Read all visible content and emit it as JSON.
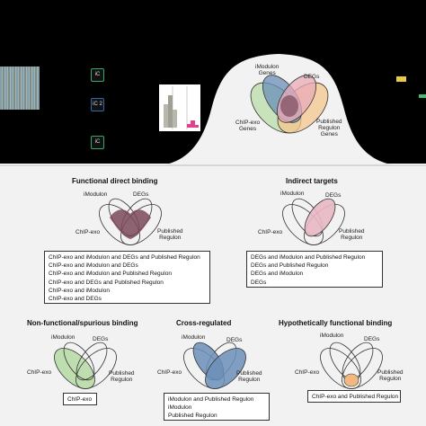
{
  "top_venn": {
    "labels": {
      "imodulon": "iModulon\nGenes",
      "degs": "DEGs",
      "chipexo": "ChIP-exo\nGenes",
      "published": "Published\nRegulon\nGenes"
    }
  },
  "icons": {
    "ic1": "iC",
    "ic2": "iC 2",
    "ic3": "iC"
  },
  "panels": {
    "functional": {
      "title": "Functional direct binding",
      "labels": {
        "imodulon": "iModulon",
        "degs": "DEGs",
        "chipexo": "ChIP-exo",
        "published": "Published\nRegulon"
      },
      "items": [
        "ChIP-exo and iModulon and DEGs and Published Regulon",
        "ChIP-exo and iModulon and DEGs",
        "ChIP-exo and iModulon and Published Regulon",
        "ChIP-exo and DEGs and Published Regulon",
        "ChIP-exo and iModulon",
        "ChIP-exo and DEGs"
      ],
      "color": "#7b4a5a"
    },
    "indirect": {
      "title": "Indirect targets",
      "labels": {
        "imodulon": "iModulon",
        "degs": "DEGs",
        "chipexo": "ChIP-exo",
        "published": "Published\nRegulon"
      },
      "items": [
        "DEGs and iModulon and Published Regulon",
        "DEGs and Published Regulon",
        "DEGs and iModulon",
        "DEGs"
      ],
      "color": "#e9b8c3"
    },
    "nonfunctional": {
      "title": "Non-functional/spurious binding",
      "labels": {
        "imodulon": "iModulon",
        "degs": "DEGs",
        "chipexo": "ChIP-exo",
        "published": "Published\nRegulon"
      },
      "items": [
        "ChIP-exo"
      ],
      "color": "#b9dca9"
    },
    "crossregulated": {
      "title": "Cross-regulated",
      "labels": {
        "imodulon": "iModulon",
        "degs": "DEGs",
        "chipexo": "ChIP-exo",
        "published": "Published\nRegulon"
      },
      "items": [
        "iModulon and Published Regulon",
        "iModulon",
        "Published Regulon"
      ],
      "color": "#6b8fb8"
    },
    "hypothetical": {
      "title": "Hypothetically functional binding",
      "labels": {
        "imodulon": "iModulon",
        "degs": "DEGs",
        "chipexo": "ChIP-exo",
        "published": "Published\nRegulon"
      },
      "items": [
        "ChIP-exo and Published Regulon"
      ],
      "color": "#f2b880"
    }
  },
  "colors": {
    "imodulon": "#6b8fb8",
    "degs": "#e9a9b8",
    "chipexo": "#b9dca9",
    "published": "#f6c58e",
    "background": "#000000",
    "panel_bg": "#f2f2f2"
  }
}
